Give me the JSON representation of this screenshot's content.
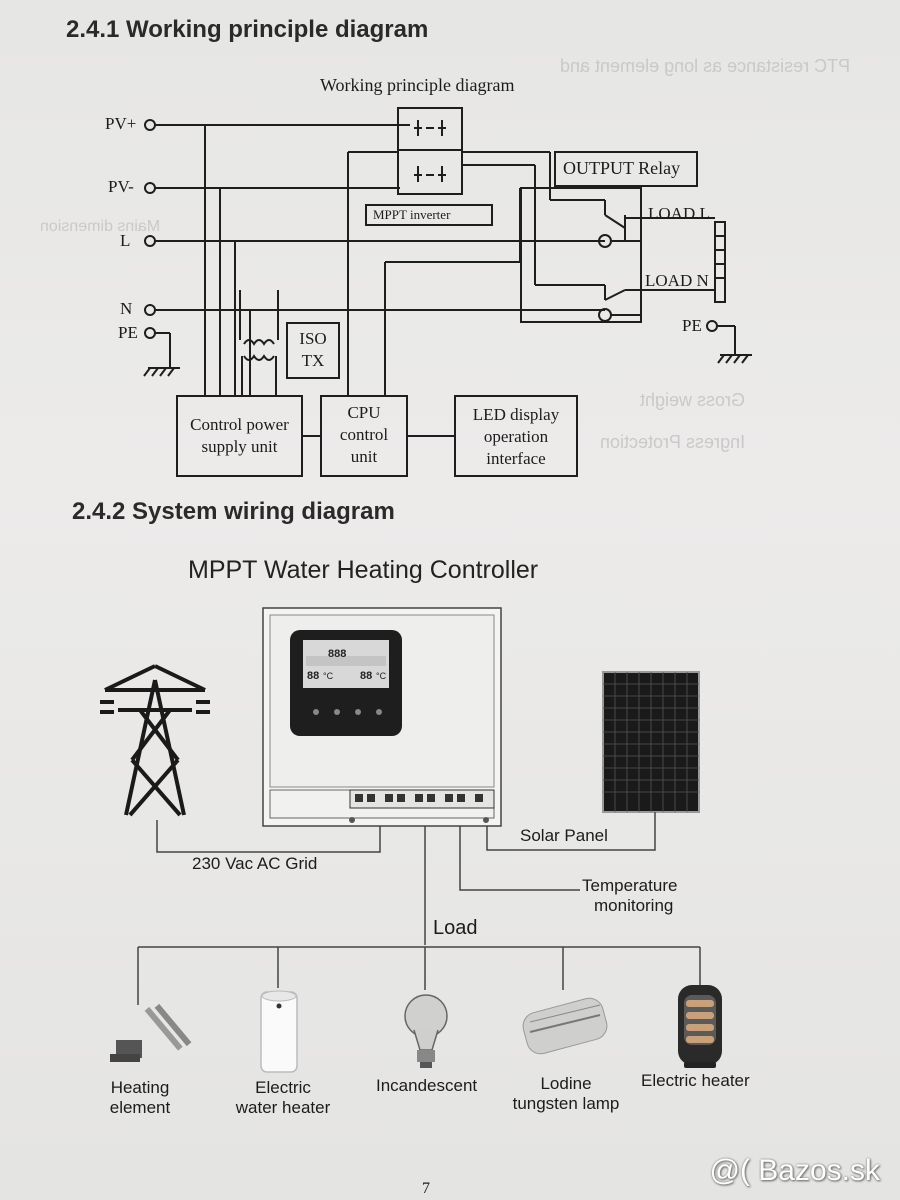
{
  "section1": {
    "heading": "2.4.1 Working principle diagram",
    "diagram_title": "Working principle diagram",
    "terminals": {
      "pv_plus": "PV+",
      "pv_minus": "PV-",
      "l": "L",
      "n": "N",
      "pe_left": "PE",
      "pe_right": "PE"
    },
    "blocks": {
      "output_relay": "OUTPUT Relay",
      "mppt_inverter": "MPPT inverter",
      "iso_tx_line1": "ISO",
      "iso_tx_line2": "TX",
      "control_power_line1": "Control power",
      "control_power_line2": "supply unit",
      "cpu_line1": "CPU",
      "cpu_line2": "control",
      "cpu_line3": "unit",
      "led_line1": "LED display",
      "led_line2": "operation",
      "led_line3": "interface"
    },
    "loads": {
      "load_l": "LOAD L",
      "load_n": "LOAD N"
    }
  },
  "section2": {
    "heading": "2.4.2 System wiring diagram",
    "diagram_title": "MPPT Water Heating Controller",
    "labels": {
      "grid": "230 Vac AC Grid",
      "solar_panel": "Solar Panel",
      "temperature_line1": "Temperature",
      "temperature_line2": "monitoring",
      "load": "Load"
    },
    "display": {
      "top_digits": "888",
      "left_temp": "88",
      "left_unit": "°C",
      "right_temp": "88",
      "right_unit": "°C"
    },
    "load_devices": [
      {
        "line1": "Heating",
        "line2": "element"
      },
      {
        "line1": "Electric",
        "line2": "water heater"
      },
      {
        "line1": "Incandescent",
        "line2": ""
      },
      {
        "line1": "Lodine",
        "line2": "tungsten lamp"
      },
      {
        "line1": "Electric heater",
        "line2": ""
      }
    ]
  },
  "page_number": "7",
  "watermark": "@( Bazos.sk"
}
